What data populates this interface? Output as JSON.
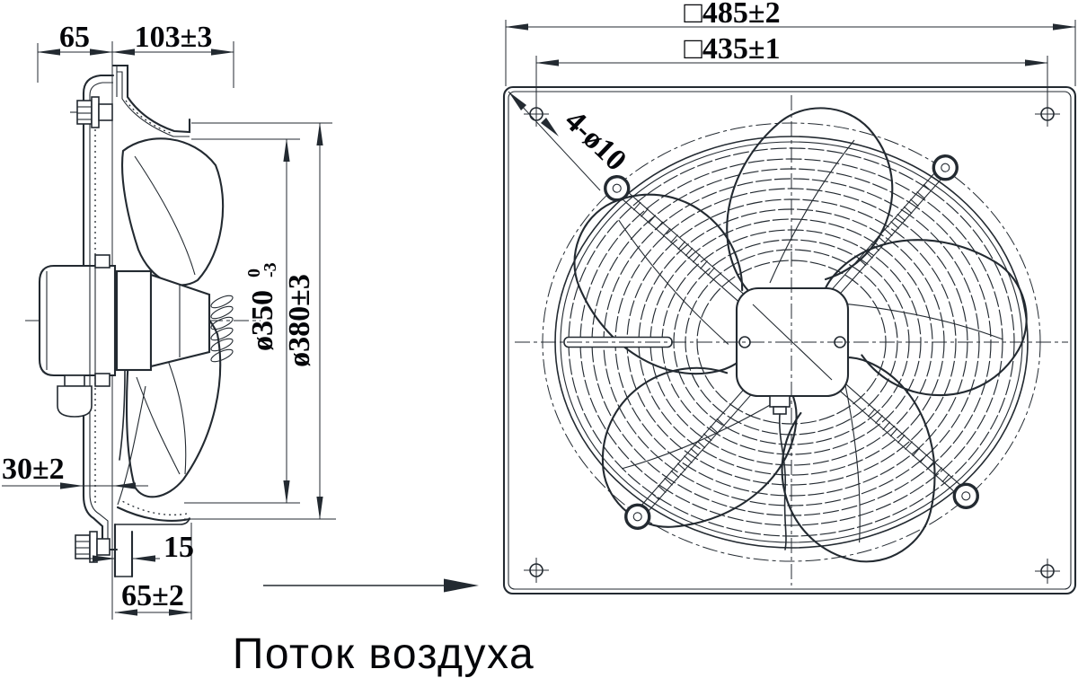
{
  "drawing": {
    "side_view": {
      "dim_flange_depth": "65",
      "dim_housing_depth": "103±3",
      "dim_impeller_dia": "ø350",
      "dim_impeller_dia_tol_upper": "0",
      "dim_impeller_dia_tol_lower": "-3",
      "dim_overall_dia": "ø380±3",
      "dim_wall_clearance": "30±2",
      "dim_lip": "15",
      "dim_mouth_depth": "65±2"
    },
    "front_view": {
      "dim_plate_size": "□485±2",
      "dim_hole_spacing": "□435±1",
      "dim_mounting_holes": "4-ø10"
    },
    "caption_airflow": "Поток воздуха",
    "colors": {
      "line": "#232a31",
      "text": "#05060a"
    }
  }
}
